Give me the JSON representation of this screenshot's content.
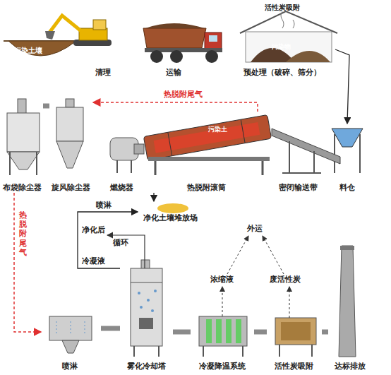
{
  "diagram": {
    "nodes": [
      {
        "text": [
          "污染土壤",
          "清理"
        ]
      },
      {
        "text": [
          "运输"
        ]
      },
      {
        "text": [
          "活性炭吸附",
          "污染物",
          "预处理（破碎、筛分）"
        ]
      },
      {
        "text": [
          "料仓"
        ]
      },
      {
        "text": [
          "密闭输送带"
        ]
      },
      {
        "text": [
          "污染土",
          "热脱附滚筒"
        ]
      },
      {
        "text": [
          "燃烧器"
        ]
      },
      {
        "text": [
          "旋风除尘器"
        ]
      },
      {
        "text": [
          "布袋除尘器"
        ]
      },
      {
        "text": [
          "净化土壤堆放场"
        ]
      },
      {
        "text": [
          "喷淋"
        ]
      },
      {
        "text": [
          "雾化冷却塔"
        ]
      },
      {
        "text": [
          "冷凝降温系统"
        ]
      },
      {
        "text": [
          "活性炭吸附"
        ]
      },
      {
        "text": [
          "达标排放"
        ]
      }
    ],
    "edges": [
      {
        "from": 2,
        "to": 3,
        "arrow": "to"
      },
      {
        "from": 5,
        "to": 7,
        "label": "热脱附尾气",
        "arrow": "to"
      },
      {
        "from": 7,
        "to": 8,
        "arrow": "none"
      },
      {
        "from": 8,
        "to": 10,
        "label": "热脱附尾气",
        "arrow": "to"
      },
      {
        "from": 5,
        "to": 9,
        "arrow": "to"
      },
      {
        "from": 11,
        "to": 9,
        "label": "喷淋",
        "arrow": "to"
      },
      {
        "from": 10,
        "to": 11,
        "arrow": "none"
      },
      {
        "from": 11,
        "to": 12,
        "arrow": "none"
      },
      {
        "from": 12,
        "to": 13,
        "arrow": "none"
      },
      {
        "from": 13,
        "to": 14,
        "arrow": "none"
      }
    ],
    "labels": [
      "冷凝液",
      "净化后",
      "循环",
      "浓缩液",
      "废活性炭",
      "外运"
    ]
  }
}
